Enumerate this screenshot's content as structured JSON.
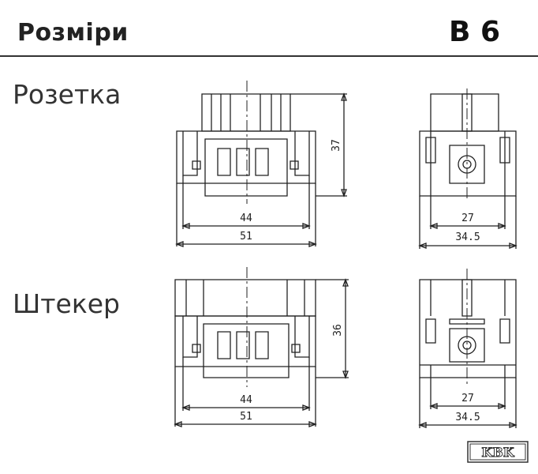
{
  "header": {
    "title": "Розміри",
    "code": "B 6"
  },
  "sections": [
    {
      "label": "Розетка",
      "front": {
        "height": "37",
        "inner_width": "44",
        "outer_width": "51"
      },
      "side": {
        "inner_width": "27",
        "outer_width": "34.5"
      }
    },
    {
      "label": "Штекер",
      "front": {
        "height": "36",
        "inner_width": "44",
        "outer_width": "51"
      },
      "side": {
        "inner_width": "27",
        "outer_width": "34.5"
      }
    }
  ],
  "logo": {
    "text": "KBK"
  }
}
